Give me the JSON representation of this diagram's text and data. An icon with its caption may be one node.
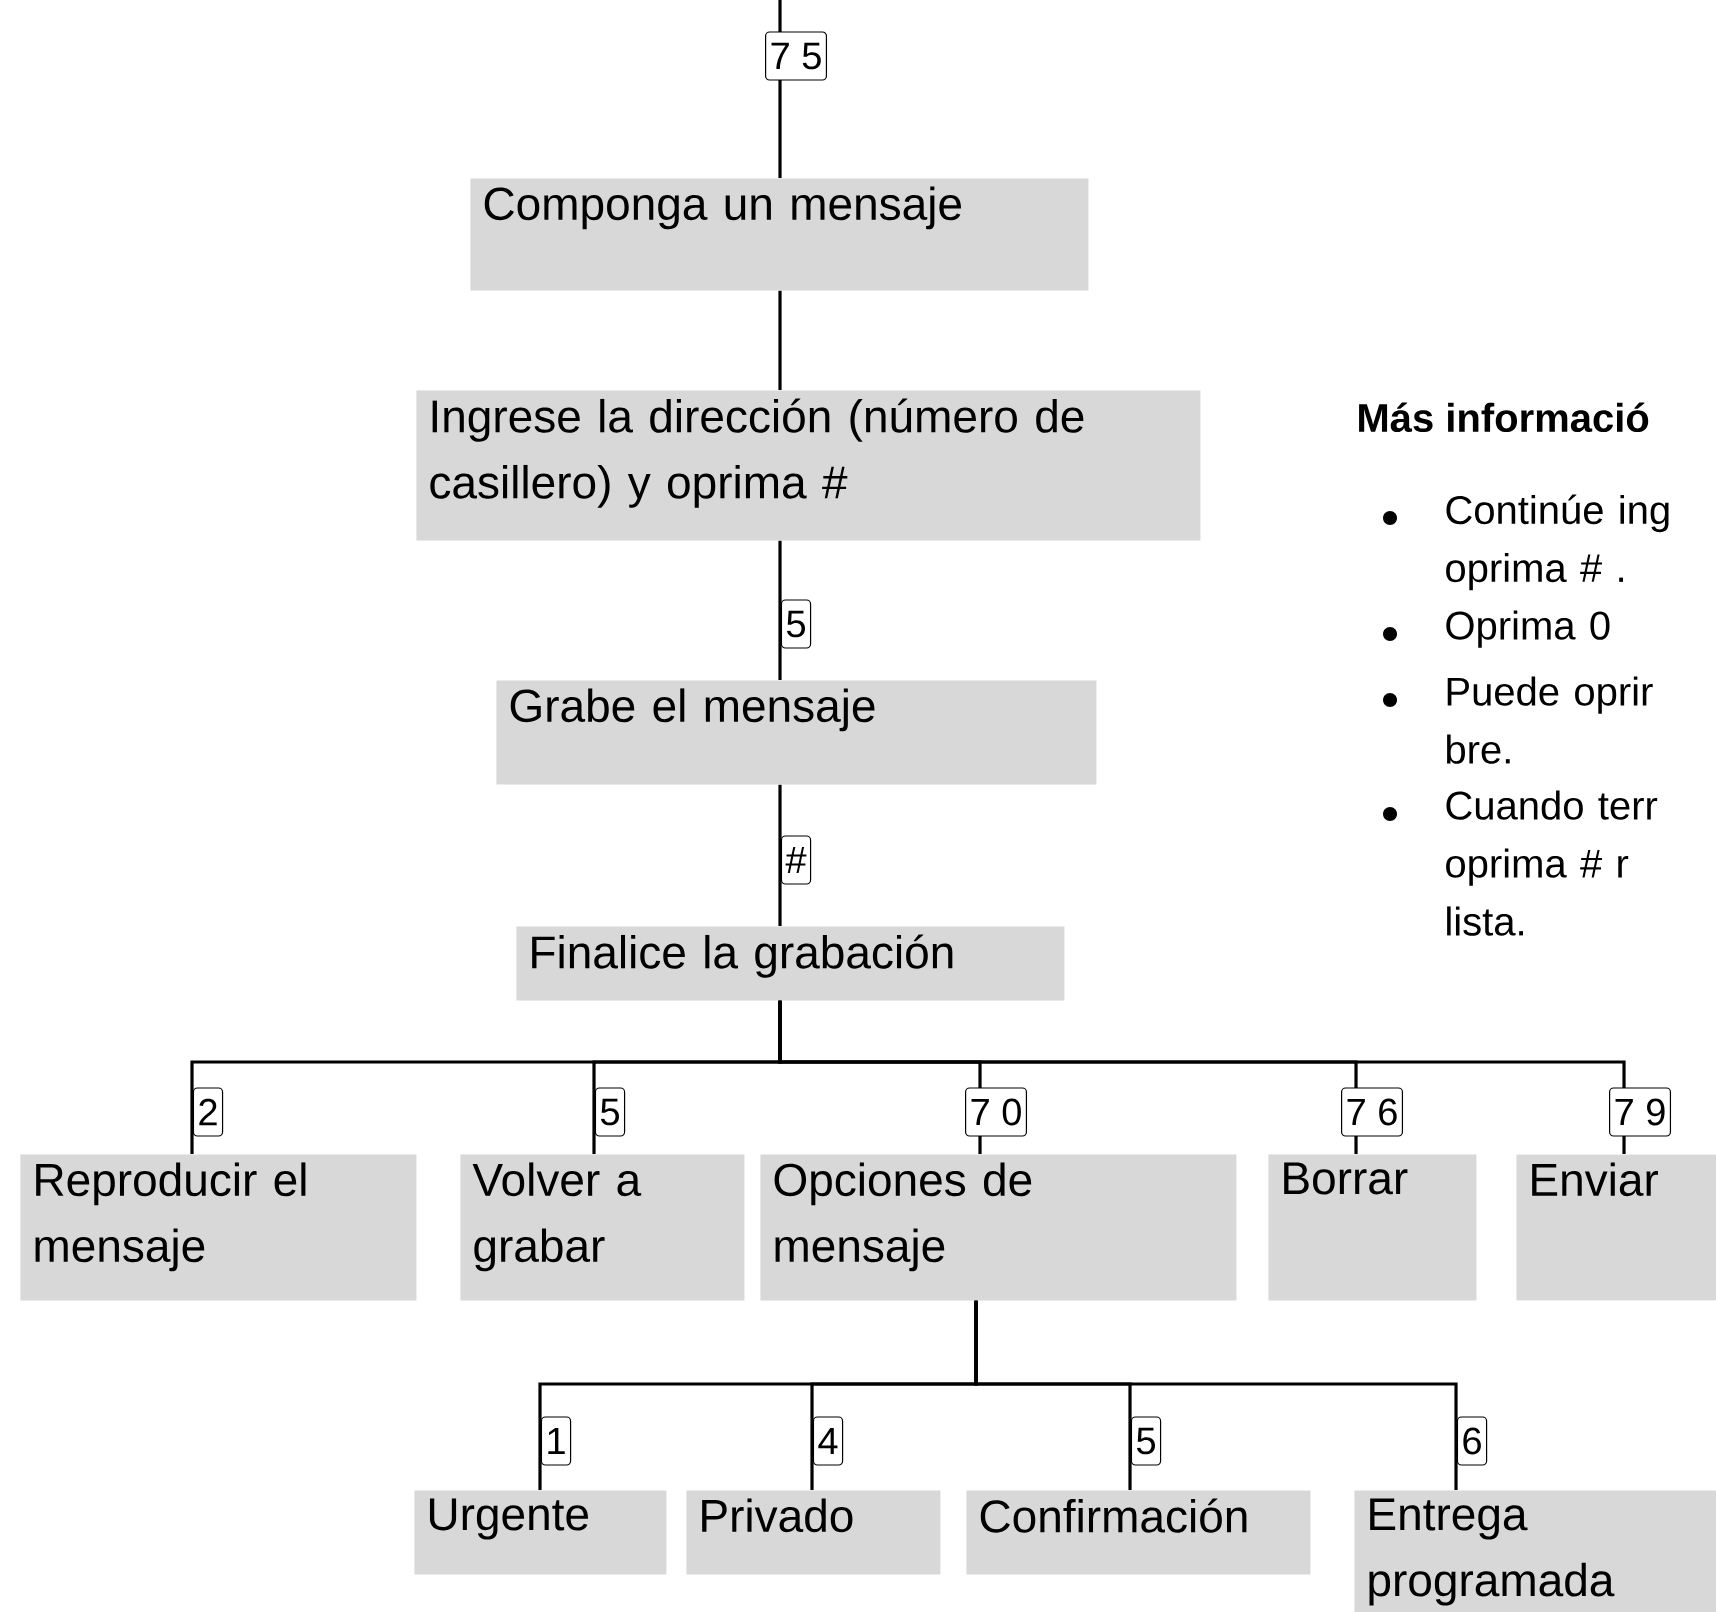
{
  "diagram": {
    "nodes": [
      {
        "text": [
          "Componga un mensaje"
        ]
      },
      {
        "text": [
          "Ingrese la dirección (número de casillero) y oprima #"
        ]
      },
      {
        "text": [
          "Grabe el mensaje"
        ]
      },
      {
        "text": [
          "Finalice la grabación"
        ]
      },
      {
        "text": [
          "Reproducir el mensaje"
        ]
      },
      {
        "text": [
          "Volver a grabar"
        ]
      },
      {
        "text": [
          "Opciones de mensaje"
        ]
      },
      {
        "text": [
          "Borrar"
        ]
      },
      {
        "text": [
          "Enviar"
        ]
      },
      {
        "text": [
          "Urgente"
        ]
      },
      {
        "text": [
          "Privado"
        ]
      },
      {
        "text": [
          "Confirmación"
        ]
      },
      {
        "text": [
          "Entrega programada"
        ]
      }
    ],
    "edges": [
      {
        "from": null,
        "to": 0,
        "arrow": "none",
        "label": "7 5"
      },
      {
        "from": 0,
        "to": 1,
        "arrow": "none"
      },
      {
        "from": 1,
        "to": 2,
        "arrow": "none",
        "label": "5"
      },
      {
        "from": 2,
        "to": 3,
        "arrow": "none",
        "label": "#"
      },
      {
        "from": 3,
        "to": 4,
        "arrow": "none",
        "label": "2"
      },
      {
        "from": 3,
        "to": 5,
        "arrow": "none",
        "label": "5"
      },
      {
        "from": 3,
        "to": 6,
        "arrow": "none",
        "label": "7 0"
      },
      {
        "from": 3,
        "to": 7,
        "arrow": "none",
        "label": "7 6"
      },
      {
        "from": 3,
        "to": 8,
        "arrow": "none",
        "label": "7 9"
      },
      {
        "from": 6,
        "to": 9,
        "arrow": "none",
        "label": "1"
      },
      {
        "from": 6,
        "to": 10,
        "arrow": "none",
        "label": "4"
      },
      {
        "from": 6,
        "to": 11,
        "arrow": "none",
        "label": "5"
      },
      {
        "from": 6,
        "to": 12,
        "arrow": "none",
        "label": "6"
      }
    ],
    "labels": [
      "**Más informació**",
      "Continúe ing oprima # .",
      "Oprima 0",
      "Puede oprir bre.",
      "Cuando terr oprima # r lista."
    ]
  }
}
